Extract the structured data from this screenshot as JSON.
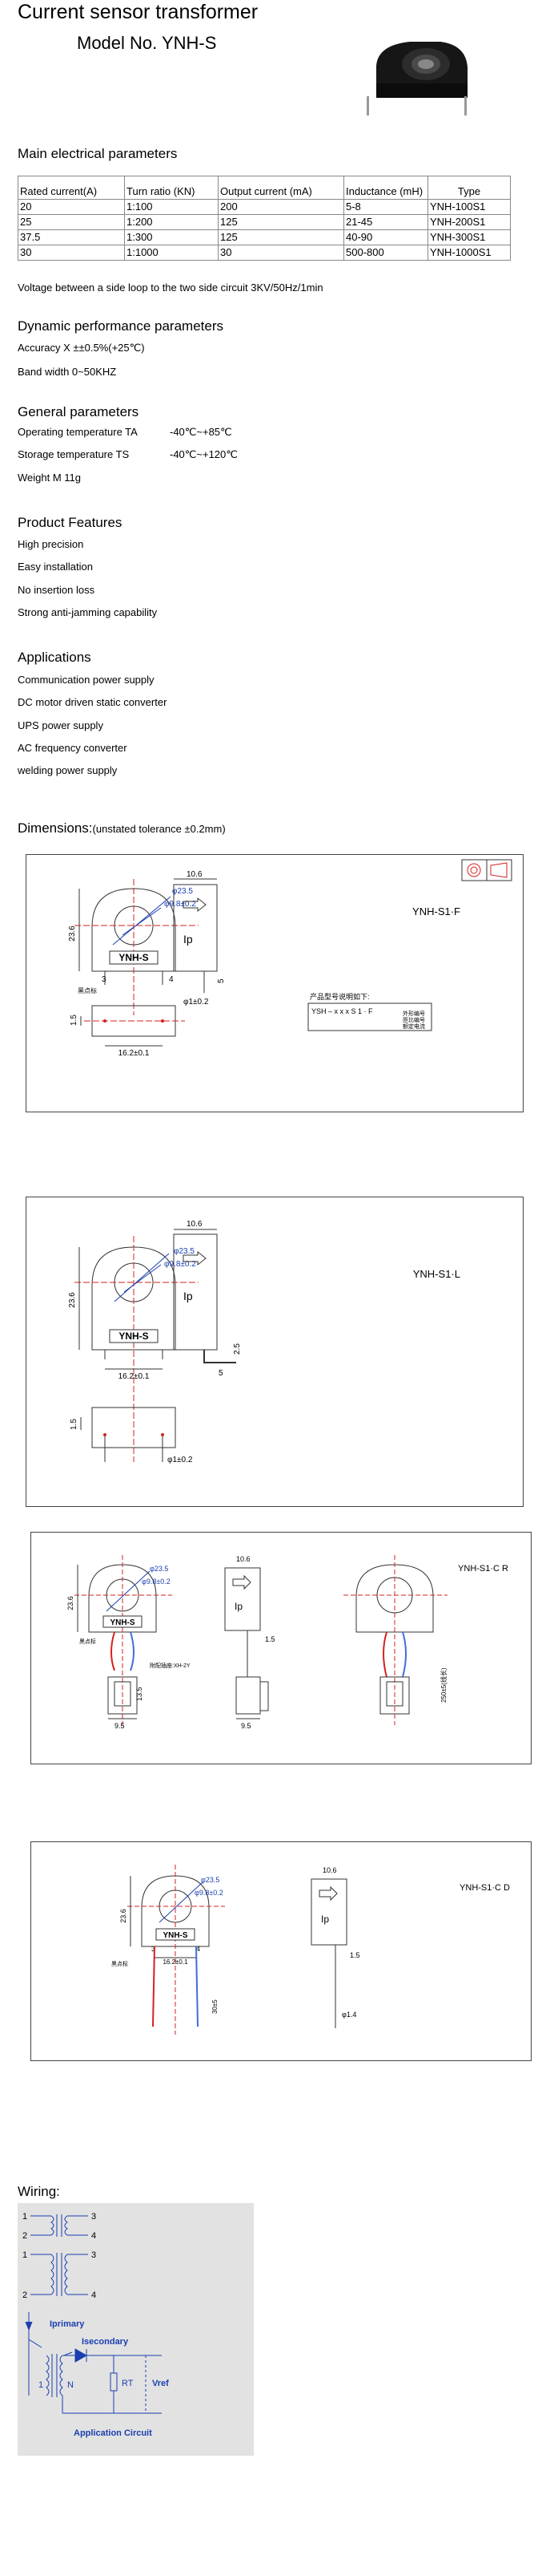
{
  "title": "Current sensor transformer",
  "model": "Model No. YNH-S",
  "main_section": "Main electrical parameters",
  "table": {
    "headers": [
      "Rated current(A)",
      "Turn ratio (KN)",
      "Output current (mA)",
      "Inductance (mH)",
      "Type"
    ],
    "rows": [
      [
        "20",
        "1:100",
        "200",
        "5-8",
        "YNH-100S1"
      ],
      [
        "25",
        "1:200",
        "125",
        "21-45",
        "YNH-200S1"
      ],
      [
        "37.5",
        "1:300",
        "125",
        "40-90",
        "YNH-300S1"
      ],
      [
        "30",
        "1:1000",
        "30",
        "500-800",
        "YNH-1000S1"
      ]
    ]
  },
  "voltage_note": "Voltage between a side loop to the two side circuit 3KV/50Hz/1min",
  "dynamic": {
    "title": "Dynamic performance parameters",
    "accuracy": "Accuracy X ±±0.5%(+25℃)",
    "bandwidth": "Band width 0~50KHZ"
  },
  "general": {
    "title": "General parameters",
    "op_label": "Operating temperature TA",
    "op_value": "-40℃~+85℃",
    "st_label": "Storage temperature TS",
    "st_value": "-40℃~+120℃",
    "weight": "Weight M  11g"
  },
  "features": {
    "title": "Product Features",
    "items": [
      "High precision",
      "Easy installation",
      "No insertion loss",
      "Strong anti-jamming capability"
    ]
  },
  "applications": {
    "title": "Applications",
    "items": [
      "Communication power supply",
      "DC motor driven static converter",
      "UPS power supply",
      "AC frequency converter",
      "welding power supply"
    ]
  },
  "dimensions": {
    "title": "Dimensions:",
    "tolerance": "(unstated tolerance ±0.2mm)"
  },
  "drawings": {
    "common": {
      "label": "YNH-S",
      "ip": "Ip",
      "d1": "φ23.5",
      "d2": "φ9.8±0.2",
      "h": "23.6",
      "w": "10.6",
      "pin_sp": "16.2±0.1",
      "pin3": "3",
      "pin4": "4",
      "pin_d": "φ1±0.2",
      "d5": "5",
      "d15": "1.5",
      "d25": "2.5",
      "pn_label": "产品型号说明如下:",
      "pn_code": "YSH – x x x S 1 · F",
      "legend": [
        "外形编号",
        "匝比编号",
        "额定电流"
      ],
      "mark": "黑点标"
    },
    "d1_model": "YNH-S1·F",
    "d2_model": "YNH-S1·L",
    "d3_model": "YNH-S1·C R",
    "d4_model": "YNH-S1·C D",
    "d3_note": "附配插座:XH-2Y",
    "d3_len": "250±5(线长)",
    "d3_h": "13.5",
    "d3_w": "9.5",
    "d4_len": "30±5",
    "d4_pin": "φ1.4"
  },
  "wiring": {
    "title": "Wiring:",
    "n1": "1",
    "n2": "2",
    "n3": "3",
    "n4": "4",
    "iprimary": "Iprimary",
    "isecondary": "Isecondary",
    "n": "N",
    "rt": "RT",
    "vref": "Vref",
    "caption": "Application Circuit"
  },
  "colors": {
    "red": "#d62020",
    "blue": "#1a3fb0",
    "wire_blue": "#3f6fd8",
    "circuit_bg": "#e2e2e2"
  }
}
